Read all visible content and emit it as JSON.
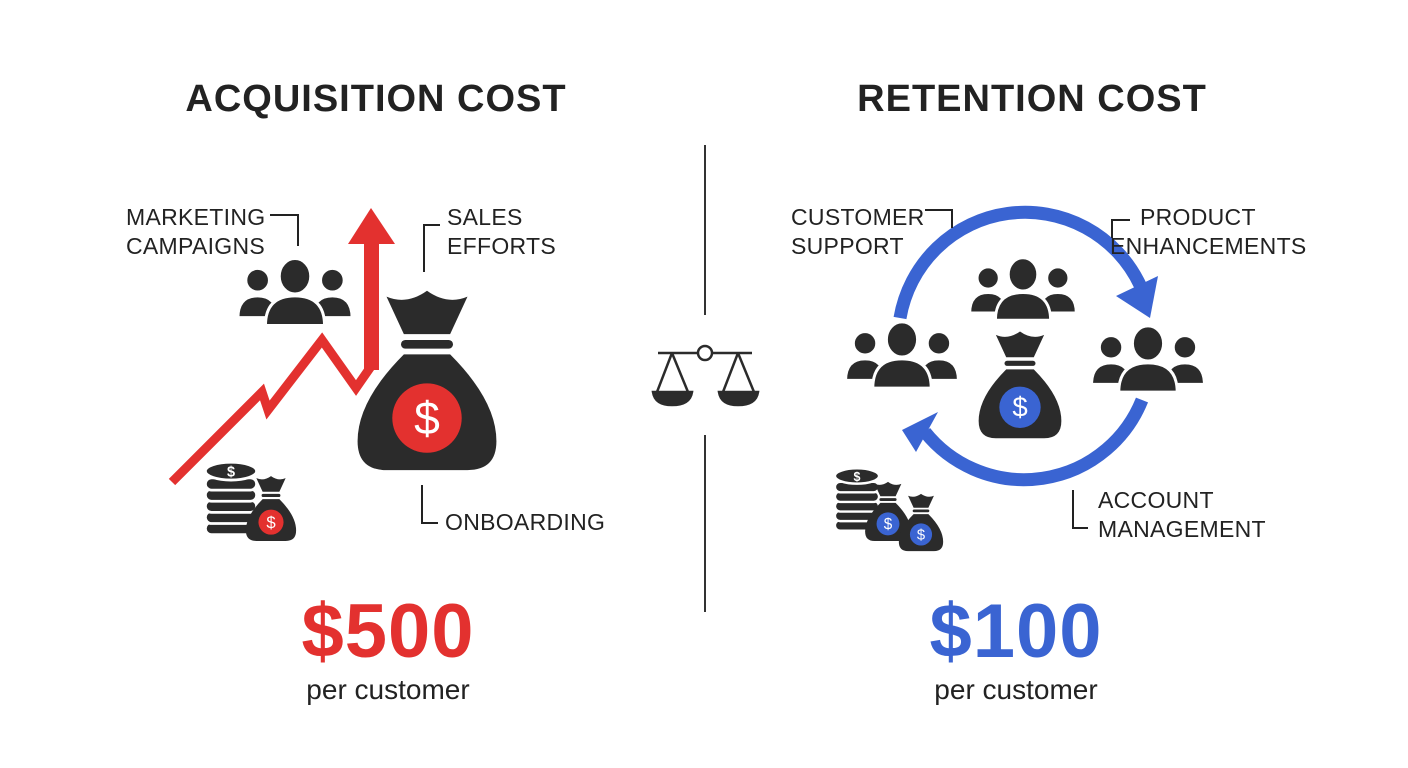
{
  "colors": {
    "acquisition": "#e3312f",
    "retention": "#3a64d2",
    "icon": "#2b2b2b",
    "text": "#222222"
  },
  "acquisition": {
    "title": "ACQUISITION COST",
    "labels": {
      "marketing_1": "MARKETING",
      "marketing_2": "CAMPAIGNS",
      "sales_1": "SALES",
      "sales_2": "EFFORTS",
      "onboarding": "ONBOARDING"
    },
    "amount": "$500",
    "unit": "per customer"
  },
  "retention": {
    "title": "RETENTION COST",
    "labels": {
      "support_1": "CUSTOMER",
      "support_2": "SUPPORT",
      "product_1": "PRODUCT",
      "product_2": "ENHANCEMENTS",
      "account_1": "ACCOUNT",
      "account_2": "MANAGEMENT"
    },
    "amount": "$100",
    "unit": "per customer"
  },
  "icons": {
    "dollar": "$"
  }
}
